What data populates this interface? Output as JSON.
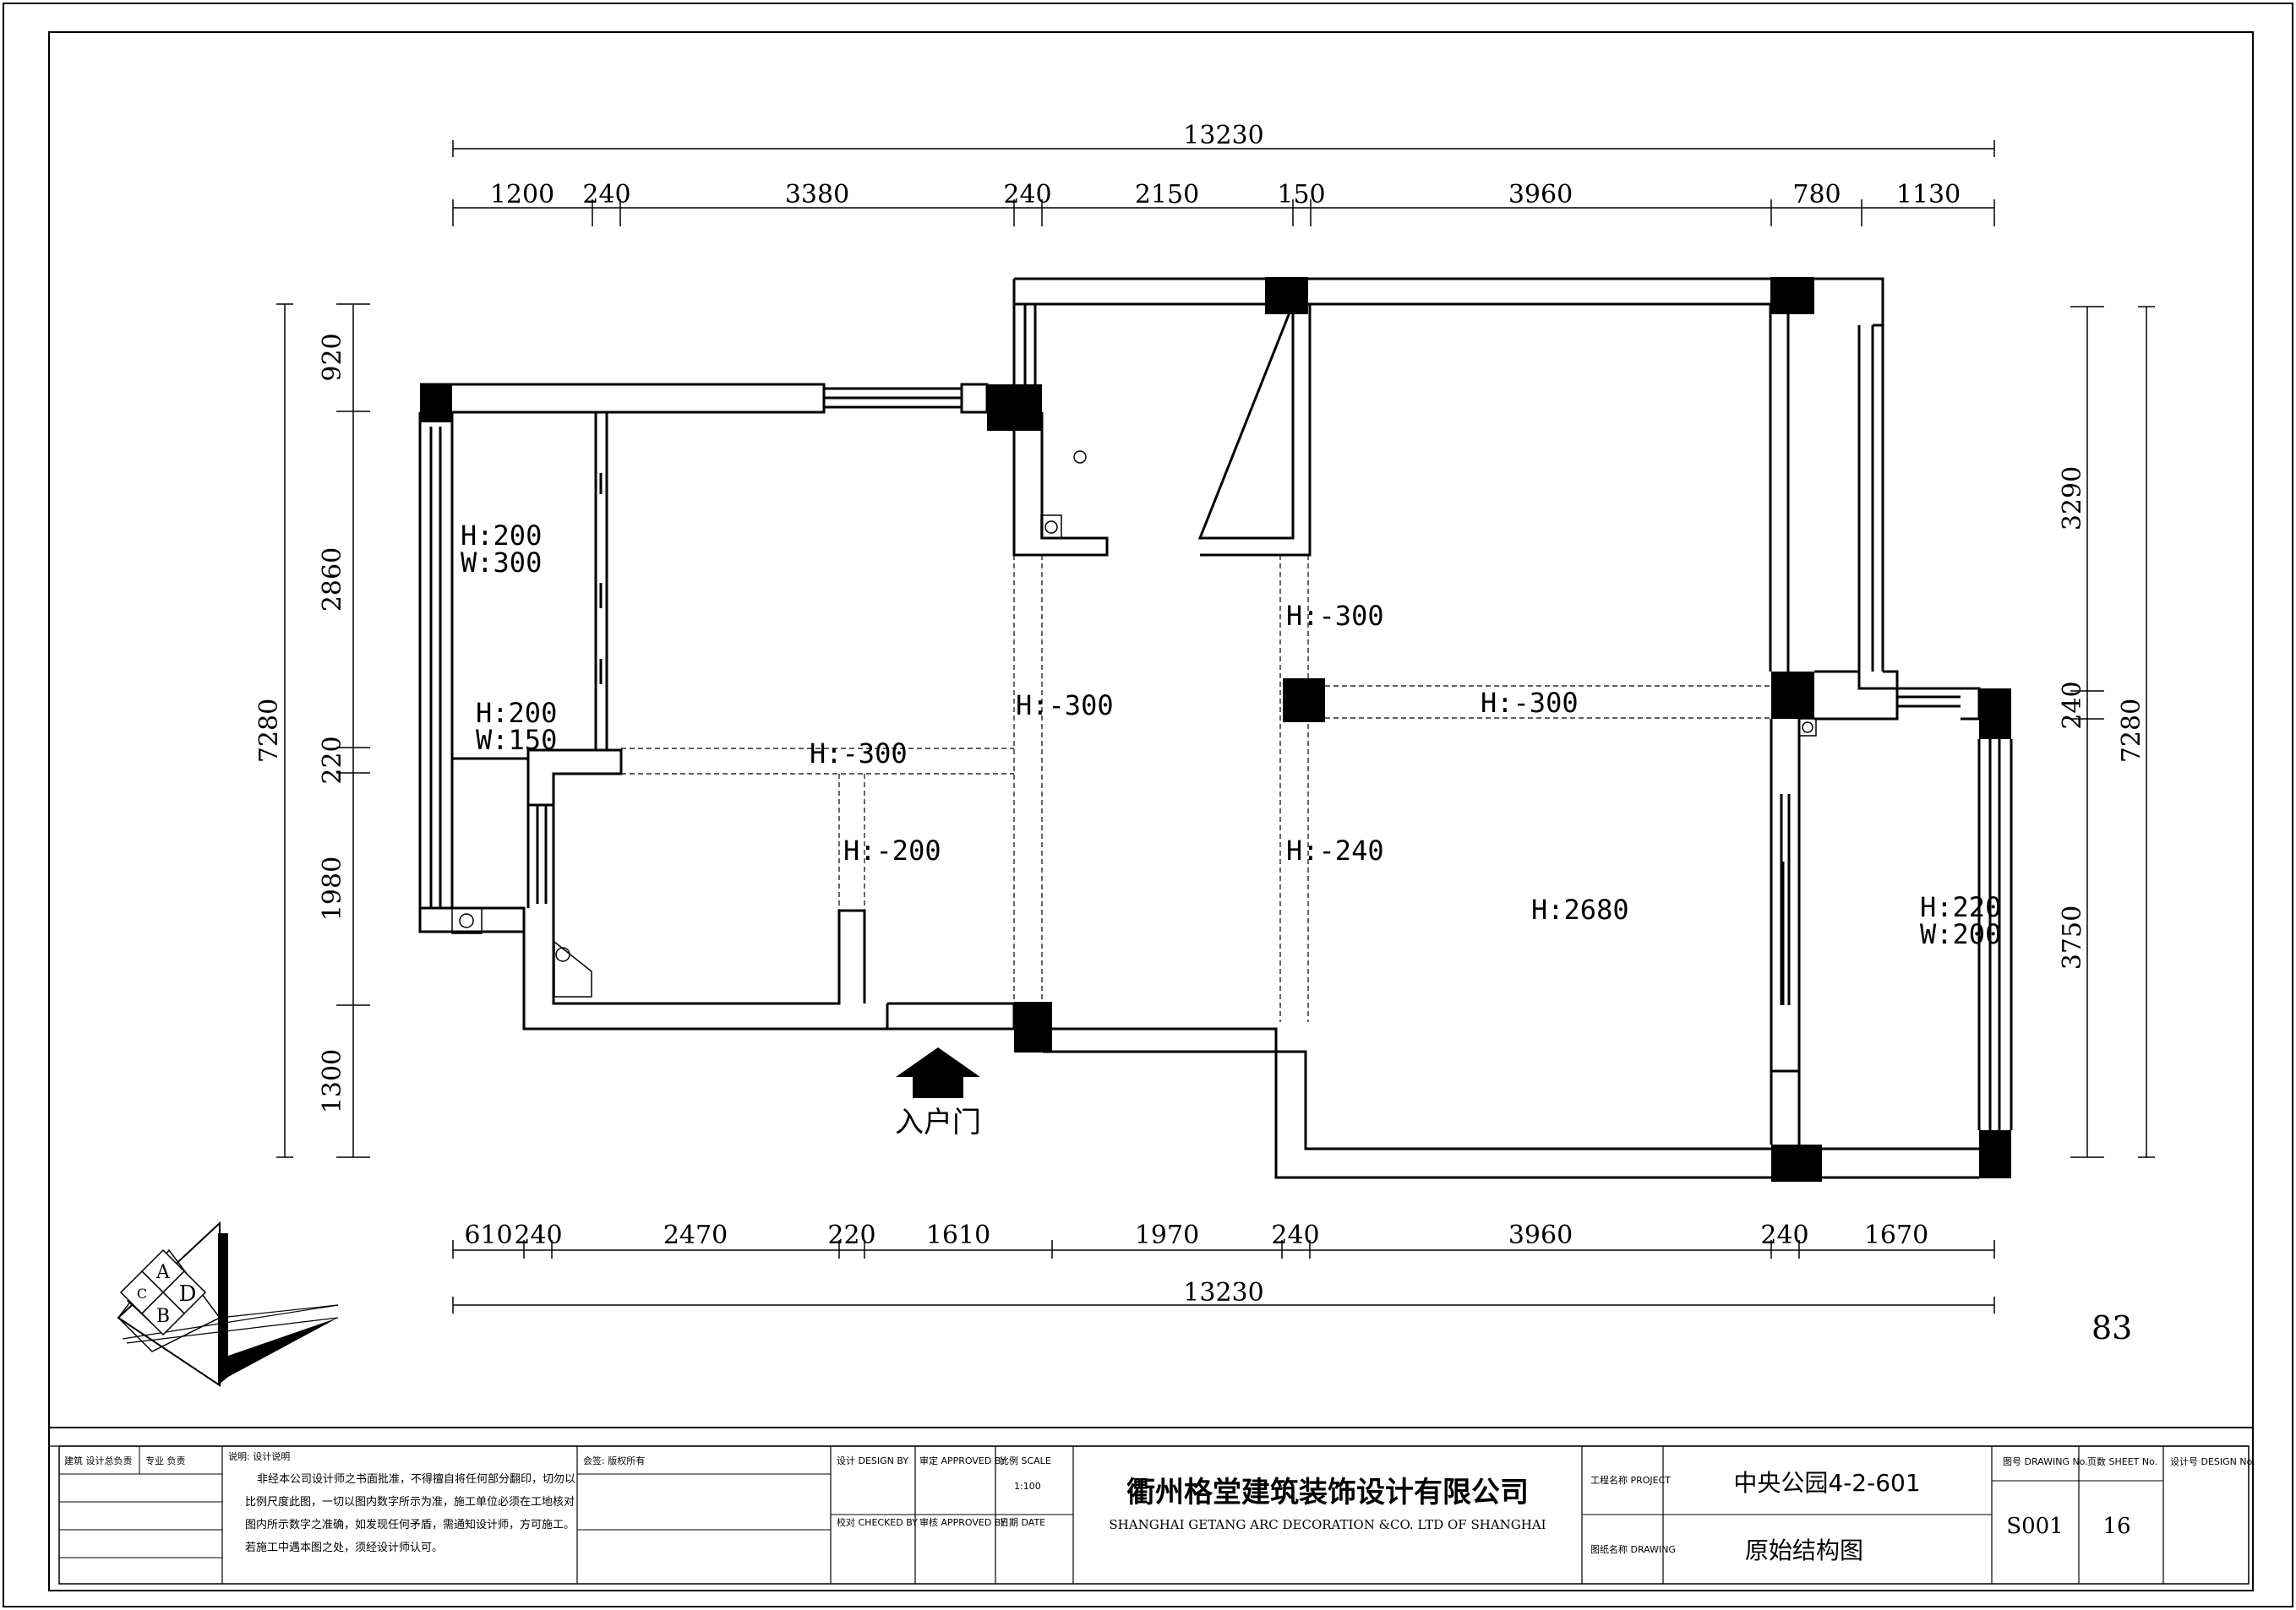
{
  "dims": {
    "top_total": "13230",
    "top": [
      "1200",
      "240",
      "3380",
      "240",
      "2150",
      "150",
      "3960",
      "780",
      "1130"
    ],
    "bottom": [
      "610",
      "240",
      "2470",
      "220",
      "1610",
      "1970",
      "240",
      "3960",
      "240",
      "1670"
    ],
    "bottom_total": "13230",
    "left": [
      "920",
      "2860",
      "220",
      "1980",
      "1300"
    ],
    "left_total": "7280",
    "right": [
      "3290",
      "240",
      "3750"
    ],
    "right_total": "7280"
  },
  "labels": {
    "win1_h": "H:200",
    "win1_w": "W:300",
    "win2_h": "H:200",
    "win2_w": "W:150",
    "beam_a": "H:-300",
    "beam_b": "H:-300",
    "beam_c": "H:-300",
    "beam_d": "H:-300",
    "beam_e": "H:-200",
    "beam_f": "H:-240",
    "ceiling": "H:2680",
    "win3_h": "H:220",
    "win3_w": "W:200",
    "entrance": "入户门"
  },
  "compass": {
    "a": "A",
    "b": "B",
    "c": "C",
    "d": "D"
  },
  "page_number": "83",
  "title_block": {
    "c1_r1": "建筑 设计总负责",
    "c1_r1b": "专业 负责",
    "c2_header": "说明: 设计说明",
    "notes": [
      "非经本公司设计师之书面批准，不得擅自将任何部分翻印，切勿以",
      "比例尺度此图，一切以图内数字所示为准，施工单位必须在工地核对",
      "图内所示数字之准确，如发现任何矛盾，需通知设计师，方可施工。",
      "若施工中遇本图之处，须经设计师认可。"
    ],
    "c3_label": "会签: 版权所有",
    "c4_r1": "设计 DESIGN BY",
    "c4_r2": "校对 CHECKED BY",
    "c5_r1": "审定 APPROVED BY",
    "c5_r2": "审核 APPROVED BY",
    "c6_r1": "比例 SCALE",
    "c6_r1b": "1:100",
    "c6_r2": "日期 DATE",
    "company_cn": "衢州格堂建筑装饰设计有限公司",
    "company_en": "SHANGHAI GETANG ARC DECORATION  &CO. LTD OF SHANGHAI",
    "project_label": "工程名称 PROJECT",
    "project": "中央公园4-2-601",
    "drawing_label": "图纸名称 DRAWING",
    "drawing": "原始结构图",
    "dno_label": "图号 DRAWING No.",
    "dno": "S001",
    "sheet_label": "页数 SHEET No.",
    "sheet": "16",
    "design_no_label": "设计号 DESIGN No."
  }
}
